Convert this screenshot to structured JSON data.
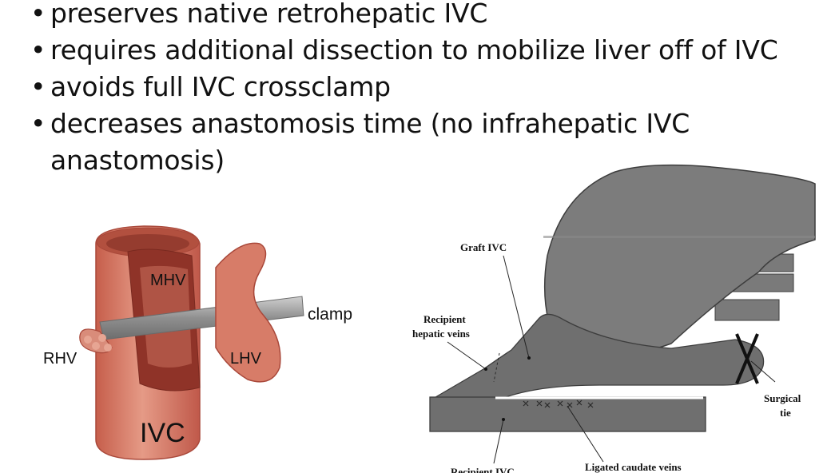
{
  "slide": {
    "bullets": [
      "preserves native retrohepatic IVC",
      "requires additional dissection to mobilize liver off of IVC",
      "avoids full IVC crossclamp",
      "decreases anastomosis time (no infrahepatic IVC",
      "anastomosis)"
    ],
    "bullet_symbol": "•"
  },
  "left_figure": {
    "labels": {
      "mhv": "MHV",
      "clamp": "clamp",
      "rhv": "RHV",
      "lhv": "LHV",
      "ivc": "IVC"
    },
    "colors": {
      "vessel": "#d9735f",
      "vessel_dark": "#b4513f",
      "clamp": "#9a9a9a"
    }
  },
  "right_figure": {
    "labels": {
      "graft_ivc": "Graft IVC",
      "recipient_hepatic_veins_1": "Recipient",
      "recipient_hepatic_veins_2": "hepatic veins",
      "surgical_tie_1": "Surgical",
      "surgical_tie_2": "tie",
      "recipient_ivc": "Recipient IVC",
      "ligated_caudate_veins": "Ligated caudate veins"
    },
    "colors": {
      "liver": "#7c7c7c",
      "vessel": "#6d6d6d"
    }
  }
}
